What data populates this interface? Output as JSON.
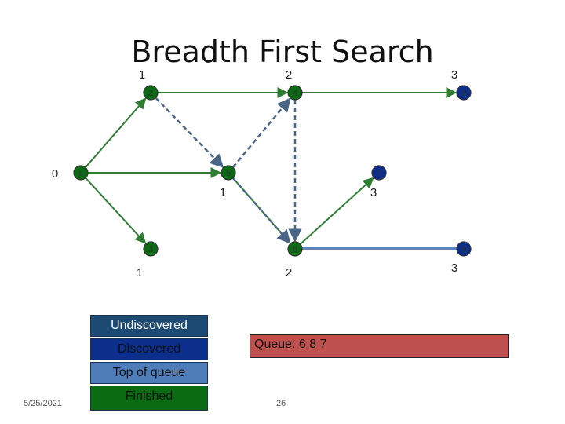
{
  "title": "Breadth First Search",
  "nodes": [
    {
      "id": "s",
      "label": "s",
      "state": "finished"
    },
    {
      "id": "2",
      "label": "2",
      "state": "finished"
    },
    {
      "id": "3",
      "label": "3",
      "state": "finished"
    },
    {
      "id": "4",
      "label": "4",
      "state": "finished"
    },
    {
      "id": "5",
      "label": "5",
      "state": "finished"
    },
    {
      "id": "6",
      "label": "6",
      "state": "finished"
    },
    {
      "id": "7",
      "label": "7",
      "state": "discovered"
    },
    {
      "id": "8",
      "label": "8",
      "state": "discovered"
    },
    {
      "id": "9",
      "label": "9",
      "state": "discovered"
    }
  ],
  "edges": [
    {
      "from": "s",
      "to": "2",
      "style": "tree"
    },
    {
      "from": "s",
      "to": "5",
      "style": "tree"
    },
    {
      "from": "s",
      "to": "3",
      "style": "tree"
    },
    {
      "from": "2",
      "to": "4",
      "style": "tree"
    },
    {
      "from": "5",
      "to": "6",
      "style": "tree"
    },
    {
      "from": "6",
      "to": "7",
      "style": "tree"
    },
    {
      "from": "4",
      "to": "8",
      "style": "tree"
    },
    {
      "from": "6",
      "to": "9",
      "style": "current"
    },
    {
      "from": "2",
      "to": "5",
      "style": "dashed"
    },
    {
      "from": "5",
      "to": "4",
      "style": "dashed"
    },
    {
      "from": "4",
      "to": "6",
      "style": "dashed"
    },
    {
      "from": "5",
      "to": "6",
      "style": "dashed"
    }
  ],
  "distance_labels": [
    "0",
    "1",
    "2",
    "3",
    "1",
    "3",
    "1",
    "2",
    "3"
  ],
  "legend": {
    "undiscovered": "Undiscovered",
    "discovered": "Discovered",
    "top_of_queue": "Top of queue",
    "finished": "Finished"
  },
  "queue_text": "Queue: 6 8 7",
  "footer": {
    "date": "5/25/2021",
    "page": "26"
  },
  "colors": {
    "finished": "#0b6a14",
    "discovered": "#0c2f8c",
    "tree_edge": "#2e7d32",
    "dashed_edge": "#4a6585",
    "current_edge": "#5b86bd",
    "queue_bg": "#c0504d"
  }
}
